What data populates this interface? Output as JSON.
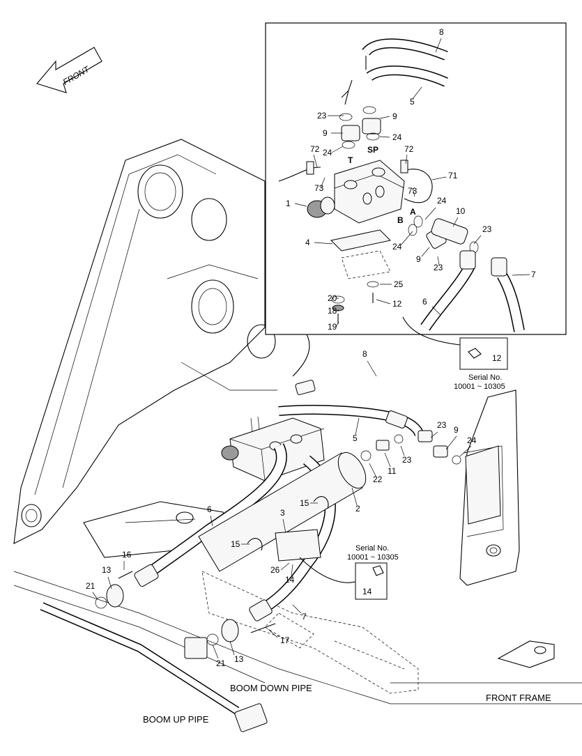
{
  "direction_arrow": {
    "label": "FRONT"
  },
  "captions": {
    "boom_down_pipe": "BOOM DOWN PIPE",
    "boom_up_pipe": "BOOM UP PIPE",
    "front_frame": "FRONT FRAME"
  },
  "serial_notes": [
    {
      "title": "Serial No.",
      "range": "10001 ~ 10305",
      "part": "12"
    },
    {
      "title": "Serial No.",
      "range": "10001 ~ 10305",
      "part": "14"
    }
  ],
  "valve_ports": {
    "t": "T",
    "sp": "SP",
    "a": "A",
    "b": "B"
  },
  "inset_labels": [
    "8",
    "5",
    "23",
    "9",
    "9",
    "24",
    "24",
    "72",
    "72",
    "71",
    "73",
    "73",
    "1",
    "4",
    "24",
    "10",
    "23",
    "9",
    "23",
    "24",
    "7",
    "25",
    "12",
    "6",
    "20",
    "18",
    "19"
  ],
  "main_labels": [
    "8",
    "5",
    "23",
    "9",
    "24",
    "11",
    "22",
    "23",
    "2",
    "15",
    "6",
    "3",
    "15",
    "16",
    "13",
    "21",
    "26",
    "14",
    "7",
    "17",
    "13",
    "21"
  ]
}
